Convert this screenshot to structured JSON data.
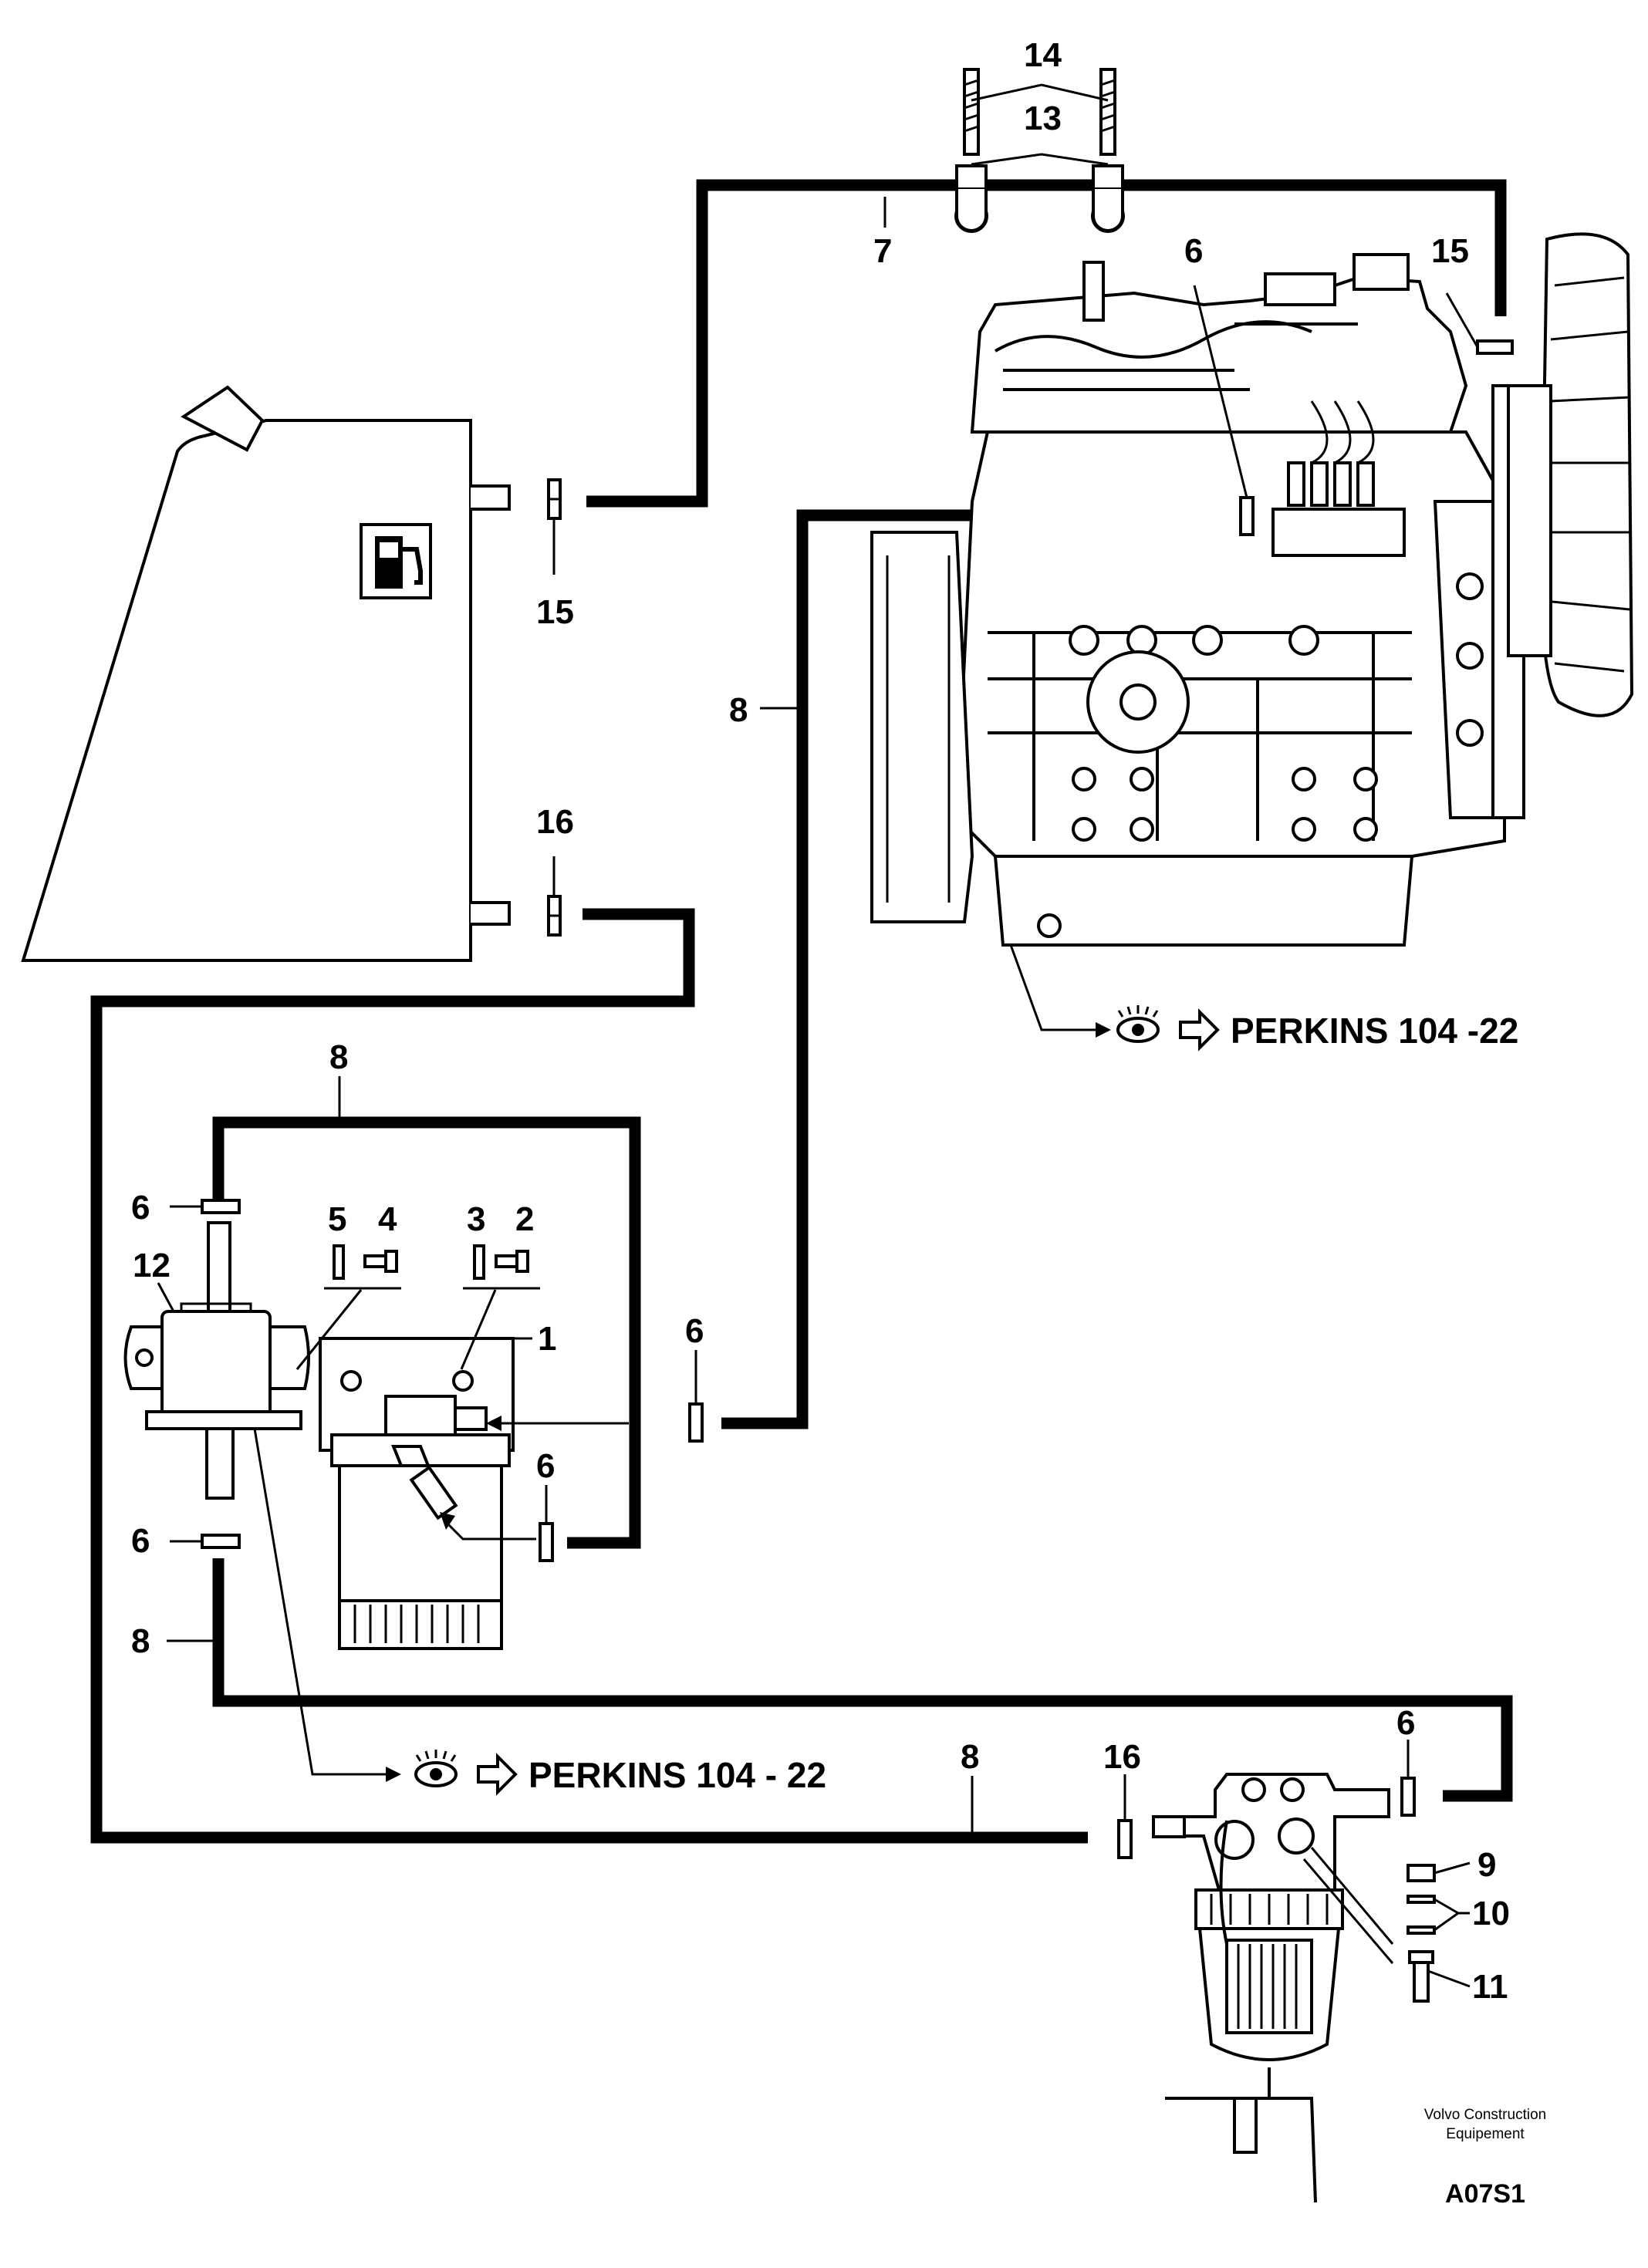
{
  "part_labels": {
    "p1": "1",
    "p2": "2",
    "p3": "3",
    "p4": "4",
    "p5": "5",
    "p6": "6",
    "p7": "7",
    "p8": "8",
    "p9": "9",
    "p10": "10",
    "p11": "11",
    "p12": "12",
    "p13": "13",
    "p14": "14",
    "p15": "15",
    "p16": "16"
  },
  "references": {
    "engine_ref": "PERKINS 104 -22",
    "pump_ref": "PERKINS 104 - 22"
  },
  "footer": {
    "brand_line1": "Volvo Construction",
    "brand_line2": "Equipement",
    "doc_id": "A07S1"
  },
  "icons": [
    "fuel-pump-icon",
    "eye-icon",
    "arrow-right-icon"
  ]
}
